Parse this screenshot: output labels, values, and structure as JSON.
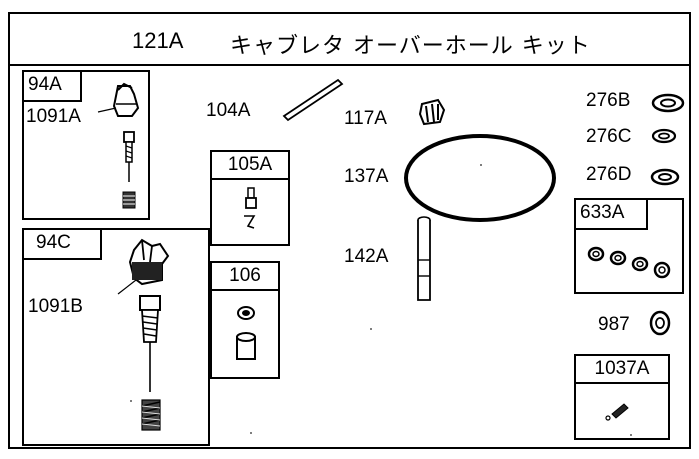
{
  "title": {
    "code": "121A",
    "name": "キャブレタ オーバーホール キット"
  },
  "groups": {
    "g94A": {
      "label": "94A",
      "part": "1091A"
    },
    "g94C": {
      "label": "94C",
      "part": "1091B"
    },
    "g105A": {
      "label": "105A"
    },
    "g106": {
      "label": "106"
    },
    "g633A": {
      "label": "633A"
    },
    "g1037A": {
      "label": "1037A"
    }
  },
  "parts": {
    "p104A": "104A",
    "p117A": "117A",
    "p137A": "137A",
    "p142A": "142A",
    "p276B": "276B",
    "p276C": "276C",
    "p276D": "276D",
    "p987": "987"
  }
}
